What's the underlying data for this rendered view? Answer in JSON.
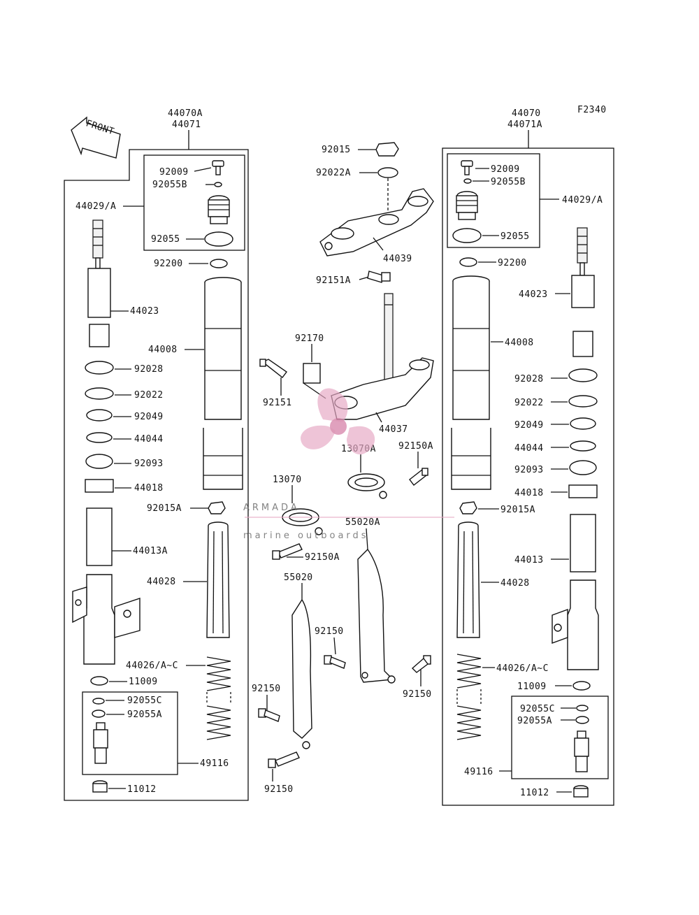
{
  "figure_code": "F2340",
  "front_label": "FRONT",
  "watermark": {
    "brand": "ARMADA",
    "tagline": "marine outboards",
    "accent_color": "#e6a9c4",
    "text_color": "#6e6e6e"
  },
  "left_assembly": {
    "header": [
      "44070A",
      "44071"
    ],
    "subassembly_label": "44029/A",
    "inner_labels": [
      "92009",
      "92055B",
      "92055"
    ],
    "lower_box_labels": [
      "92055C",
      "92055A"
    ],
    "lower_box_assembly": "49116",
    "labels": {
      "p92200": "92200",
      "p44023": "44023",
      "p44008": "44008",
      "p92028": "92028",
      "p92022": "92022",
      "p92049": "92049",
      "p44044": "44044",
      "p92093": "92093",
      "p44018": "44018",
      "p92015A": "92015A",
      "p44013A": "44013A",
      "p44028": "44028",
      "p44026": "44026/A~C",
      "p11009": "11009",
      "p11012": "11012"
    }
  },
  "right_assembly": {
    "header": [
      "44070",
      "44071A"
    ],
    "subassembly_label": "44029/A",
    "inner_labels": [
      "92009",
      "92055B",
      "92055"
    ],
    "lower_box_labels": [
      "92055C",
      "92055A"
    ],
    "lower_box_assembly": "49116",
    "labels": {
      "p92200": "92200",
      "p44023": "44023",
      "p44008": "44008",
      "p92028": "92028",
      "p92022": "92022",
      "p92049": "92049",
      "p44044": "44044",
      "p92093": "92093",
      "p44018": "44018",
      "p92015A": "92015A",
      "p44013": "44013",
      "p44028": "44028",
      "p44026": "44026/A~C",
      "p11009": "11009",
      "p11012": "11012"
    }
  },
  "center_assembly": {
    "labels": {
      "p92015": "92015",
      "p92022A": "92022A",
      "p44039": "44039",
      "p92151A": "92151A",
      "p92170": "92170",
      "p92151": "92151",
      "p44037": "44037",
      "p13070A": "13070A",
      "p92150A_top": "92150A",
      "p13070": "13070",
      "p55020A": "55020A",
      "p92150A_bottom": "92150A",
      "p55020": "55020",
      "p92150_mid": "92150",
      "p92150_right": "92150",
      "p92150_left": "92150",
      "p92150_bottom": "92150"
    }
  }
}
